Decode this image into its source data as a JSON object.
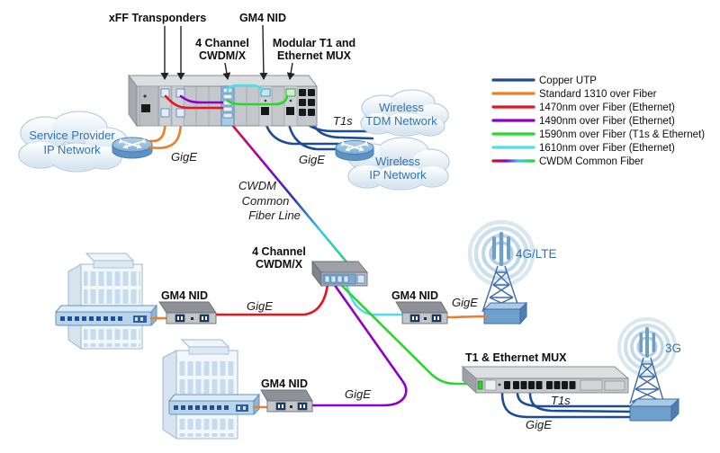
{
  "colors": {
    "copper_utp": "#1b4c96",
    "fiber_1310": "#f07d23",
    "fiber_1470": "#e8131b",
    "fiber_1490": "#8e00c8",
    "fiber_1590": "#2bd52b",
    "fiber_1610": "#4fdeef",
    "network_text": "#3273ad"
  },
  "legend": {
    "items": [
      {
        "label": "Copper UTP",
        "line": "copper-utp"
      },
      {
        "label": "Standard 1310 over Fiber",
        "line": "standard-1310-fiber"
      },
      {
        "label": "1470nm over Fiber (Ethernet)",
        "line": "1470nm-fiber"
      },
      {
        "label": "1490nm over Fiber (Ethernet)",
        "line": "1490nm-fiber"
      },
      {
        "label": "1590nm over Fiber (T1s & Ethernet)",
        "line": "1590nm-fiber"
      },
      {
        "label": "1610nm over Fiber (Ethernet)",
        "line": "1610nm-fiber"
      },
      {
        "label": "CWDM Common Fiber",
        "line": "cwdm-common-fiber"
      }
    ]
  },
  "devices": {
    "xff_transponders": "xFF Transponders",
    "gm4_nid": "GM4 NID",
    "four_channel_l1": "4 Channel",
    "four_channel_l2": "CWDM/X",
    "modular_l1": "Modular T1 and",
    "modular_l2": "Ethernet MUX",
    "t1_eth_mux": "T1 & Ethernet MUX"
  },
  "links": {
    "gige": "GigE",
    "t1s": "T1s",
    "cwdm_l1": "CWDM",
    "cwdm_l2": "Common",
    "cwdm_l3": "Fiber Line"
  },
  "clouds": {
    "sp_l1": "Service Provider",
    "sp_l2": "IP Network",
    "tdm_l1": "Wireless",
    "tdm_l2": "TDM Network",
    "ip_l1": "Wireless",
    "ip_l2": "IP Network"
  },
  "towers": {
    "lte": "4G/LTE",
    "threeg": "3G"
  }
}
